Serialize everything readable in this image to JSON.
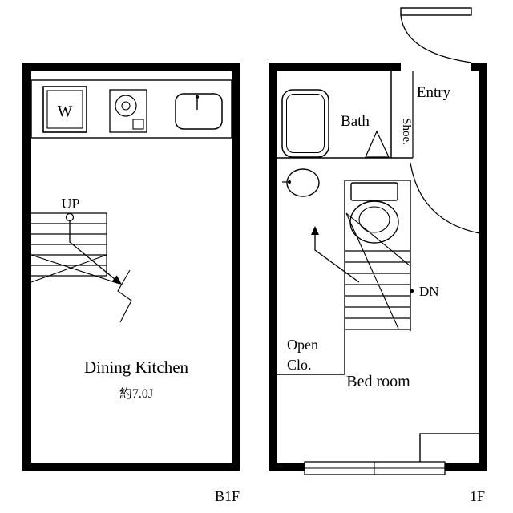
{
  "page": {
    "background": "#ffffff",
    "line_color": "#000000"
  },
  "b1f": {
    "floor_label": "B1F",
    "washer_label": "W",
    "stairs_label": "UP",
    "room_name": "Dining Kitchen",
    "room_size": "約7.0J"
  },
  "f1": {
    "floor_label": "1F",
    "entry_label": "Entry",
    "shoe_label": "Shoe.",
    "bath_label": "Bath",
    "stairs_label": "DN",
    "closet_label_line1": "Open",
    "closet_label_line2": "Clo.",
    "bedroom_label": "Bed room"
  },
  "icons": [
    "washing-machine-icon",
    "stove-icon",
    "kitchen-sink-icon",
    "stairs-up-icon",
    "entry-door-swing-icon",
    "bathtub-icon",
    "wash-basin-icon",
    "toilet-icon",
    "interior-door-swing-icon",
    "stairs-down-icon",
    "window-icon"
  ]
}
